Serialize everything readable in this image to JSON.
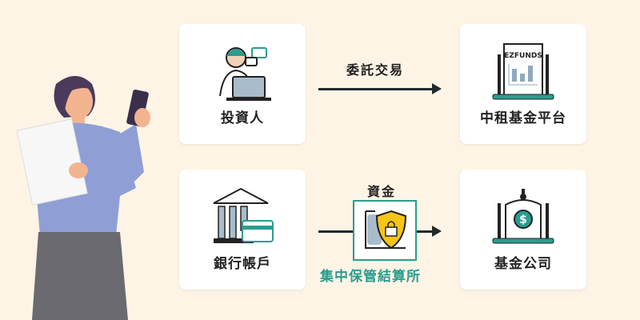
{
  "nodes": {
    "investor": "投資人",
    "platform": "中租基金平台",
    "bank": "銀行帳戶",
    "fund_company": "基金公司"
  },
  "platform_logo": "EZFUNDS",
  "arrows": {
    "top_label": "委託交易",
    "bottom_label": "資金"
  },
  "custodian": {
    "label": "集中保管結算所"
  },
  "colors": {
    "background": "#fdf4e5",
    "teal": "#2a9d8f",
    "dark": "#1f2a2e",
    "gold": "#f5c518"
  }
}
